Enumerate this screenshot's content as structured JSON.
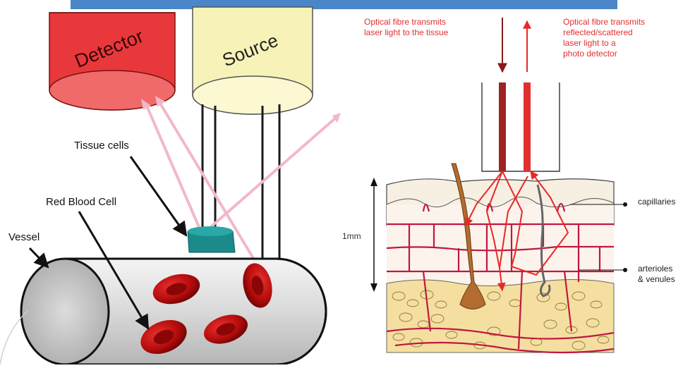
{
  "left_diagram": {
    "detector_label": "Detector",
    "source_label": "Source",
    "tissue_cells_label": "Tissue cells",
    "red_blood_cell_label": "Red Blood Cell",
    "vessel_label": "Vessel"
  },
  "right_diagram": {
    "fibre_in_caption": [
      "Optical fibre transmits",
      "laser light to the tissue"
    ],
    "fibre_out_caption": [
      "Optical fibre transmits",
      "reflected/scattered",
      "laser light to a",
      "photo detector"
    ],
    "depth_label": "1mm",
    "capillaries_label": "capillaries",
    "arterioles_label": [
      "arterioles",
      "& venules"
    ]
  },
  "colors": {
    "header_bar": "#4a86c8",
    "detector_red": "#e8383c",
    "source_yellow": "#f7f3b8",
    "scatter_pink": "#f2b8c8",
    "tissue_teal": "#1a8a8a",
    "caption_red": "#e03030",
    "vessel_red": "#c01840",
    "fat_yellow": "#f5dfa0"
  }
}
